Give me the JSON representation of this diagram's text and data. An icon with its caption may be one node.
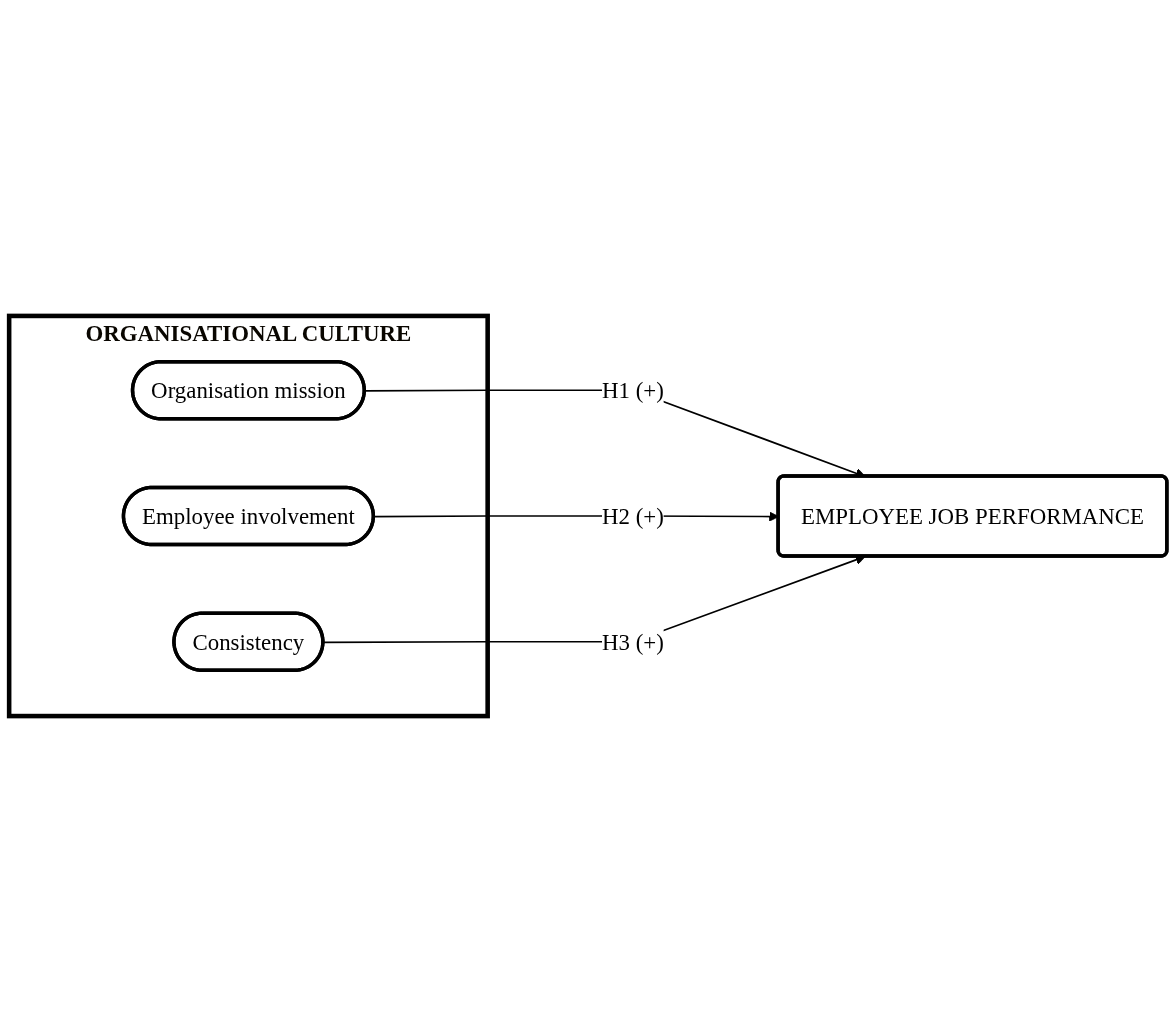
{
  "diagram": {
    "nodes": [
      {
        "text": [
          "ORGANISATIONAL CULTURE"
        ]
      },
      {
        "text": [
          "Organisation mission"
        ],
        "in": 0
      },
      {
        "text": [
          "Employee involvement"
        ],
        "in": 0
      },
      {
        "text": [
          "Consistency"
        ],
        "in": 0
      },
      {
        "text": [
          "EMPLOYEE JOB PERFORMANCE"
        ]
      }
    ],
    "edges": [
      {
        "from": 1,
        "to": 4,
        "arrow": "to",
        "label": "H1 (+)"
      },
      {
        "from": 2,
        "to": 4,
        "arrow": "to",
        "label": "H2 (+)"
      },
      {
        "from": 3,
        "to": 4,
        "arrow": "to",
        "label": "H3 (+)"
      }
    ]
  }
}
